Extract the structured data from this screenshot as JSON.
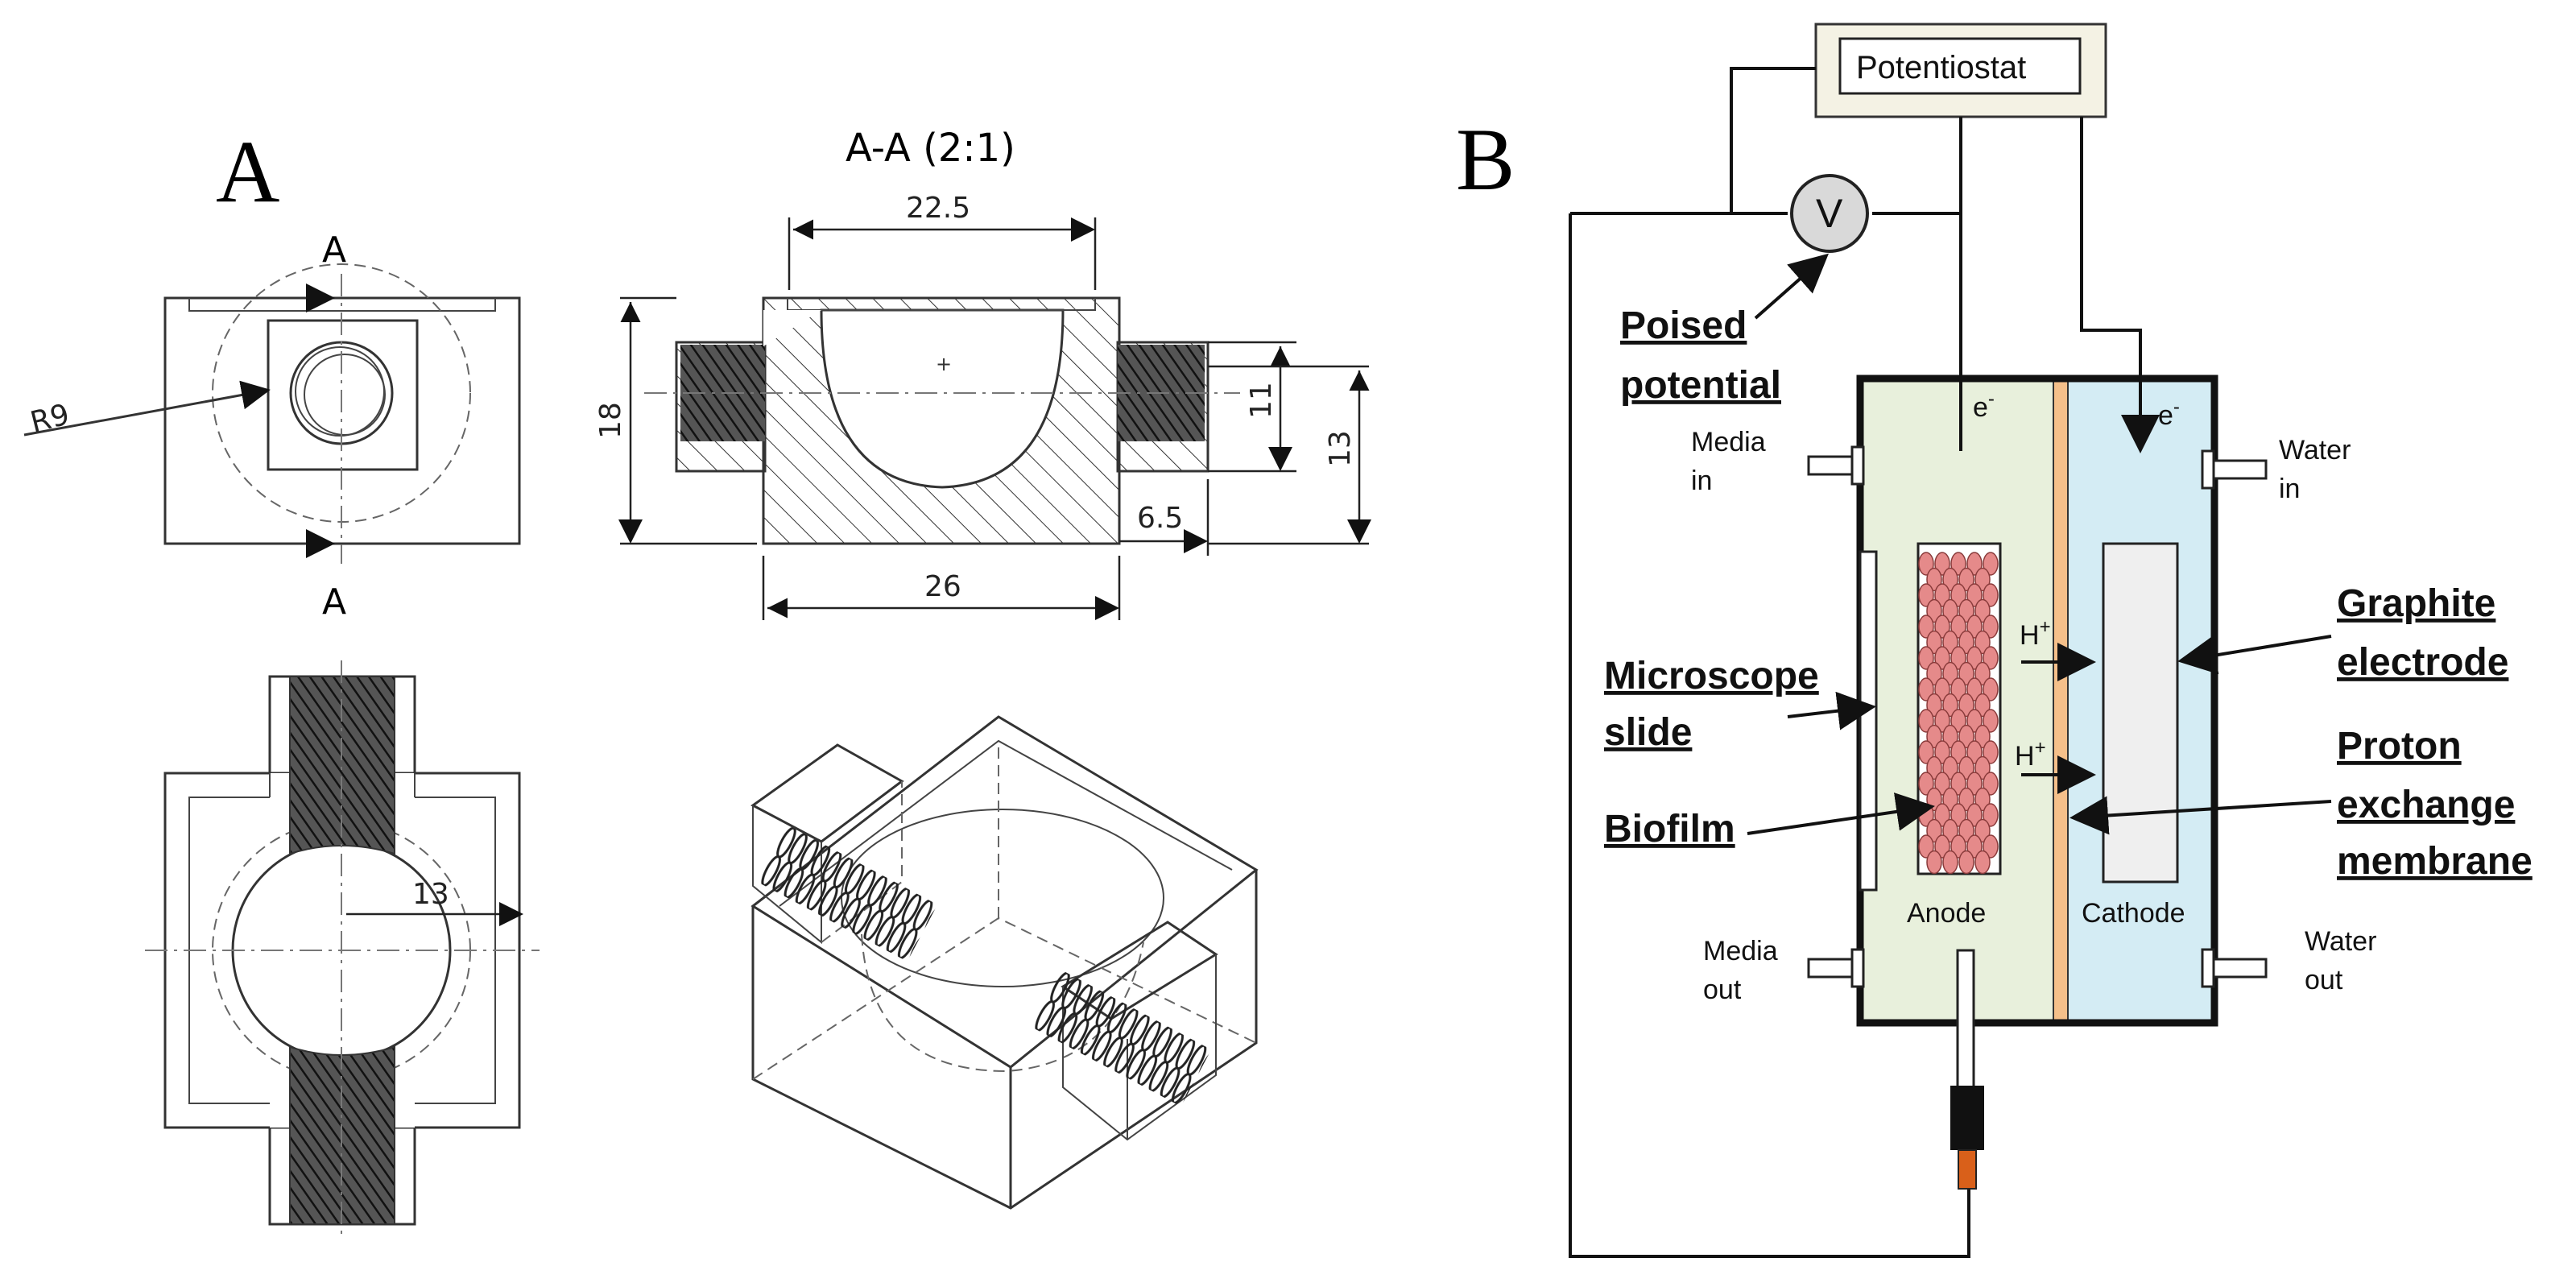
{
  "panel_a": {
    "letter": "A",
    "section_title": "A-A (2:1)",
    "section_marker_top": "A",
    "section_marker_bottom": "A",
    "radius_label": "R9",
    "dim_width_top": "22.5",
    "dim_width_bottom": "26",
    "dim_height_left": "18",
    "dim_height_right_inner": "11",
    "dim_height_right_outer": "13",
    "dim_depth_small": "6.5",
    "dim_plan_radius": "13"
  },
  "panel_b": {
    "letter": "B",
    "potentiostat": "Potentiostat",
    "voltmeter": "V",
    "poised_potential_line1": "Poised",
    "poised_potential_line2": "potential",
    "electron_left": "e",
    "electron_right": "e",
    "electron_sup": "-",
    "proton_1": "H",
    "proton_2": "H",
    "proton_sup": "+",
    "media_in_line1": "Media",
    "media_in_line2": "in",
    "media_out_line1": "Media",
    "media_out_line2": "out",
    "water_in_line1": "Water",
    "water_in_line2": "in",
    "water_out_line1": "Water",
    "water_out_line2": "out",
    "microscope_slide_line1": "Microscope",
    "microscope_slide_line2": "slide",
    "biofilm": "Biofilm",
    "graphite_electrode_line1": "Graphite",
    "graphite_electrode_line2": "electrode",
    "pem_line1": "Proton",
    "pem_line2": "exchange",
    "pem_line3": "membrane",
    "anode": "Anode",
    "cathode": "Cathode",
    "colors": {
      "anode_chamber": "#e8f0dc",
      "cathode_chamber": "#d4ecf4",
      "membrane": "#f5c08a",
      "biofilm_cell": "#e58a8a",
      "probe_tip": "#d9601a",
      "potentiostat_box": "#f4f2e4"
    }
  }
}
